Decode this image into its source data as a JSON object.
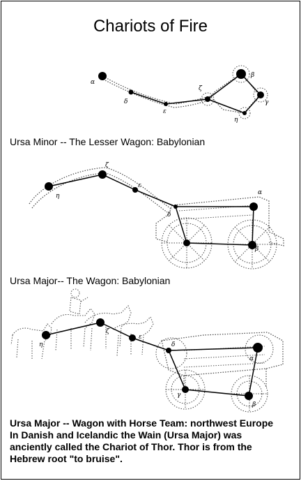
{
  "title": "Chariots of Fire",
  "captions": {
    "ursa_minor": "Ursa Minor -- The Lesser Wagon: Babylonian",
    "ursa_major": "Ursa Major-- The Wagon: Babylonian",
    "horse_team_lines": [
      "Ursa Major -- Wagon with Horse Team: northwest Europe",
      "In Danish and Icelandic the Wain (Ursa Major) was",
      "anciently called the Chariot of Thor.  Thor is from the",
      "Hebrew root \"to bruise\"."
    ]
  },
  "star_labels": {
    "minor": {
      "alpha": "α",
      "delta": "δ",
      "epsilon": "ε",
      "zeta": "ζ",
      "beta": "β",
      "gamma": "γ",
      "eta": "η"
    },
    "major": {
      "eta": "η",
      "zeta": "ζ",
      "epsilon": "ε",
      "alpha": "α",
      "delta": "δ",
      "beta": "β"
    },
    "horse": {
      "eta": "η",
      "zeta": "ζ",
      "epsilon": "ε",
      "delta": "δ",
      "alpha": "α",
      "gamma": "γ",
      "beta": "β"
    }
  }
}
